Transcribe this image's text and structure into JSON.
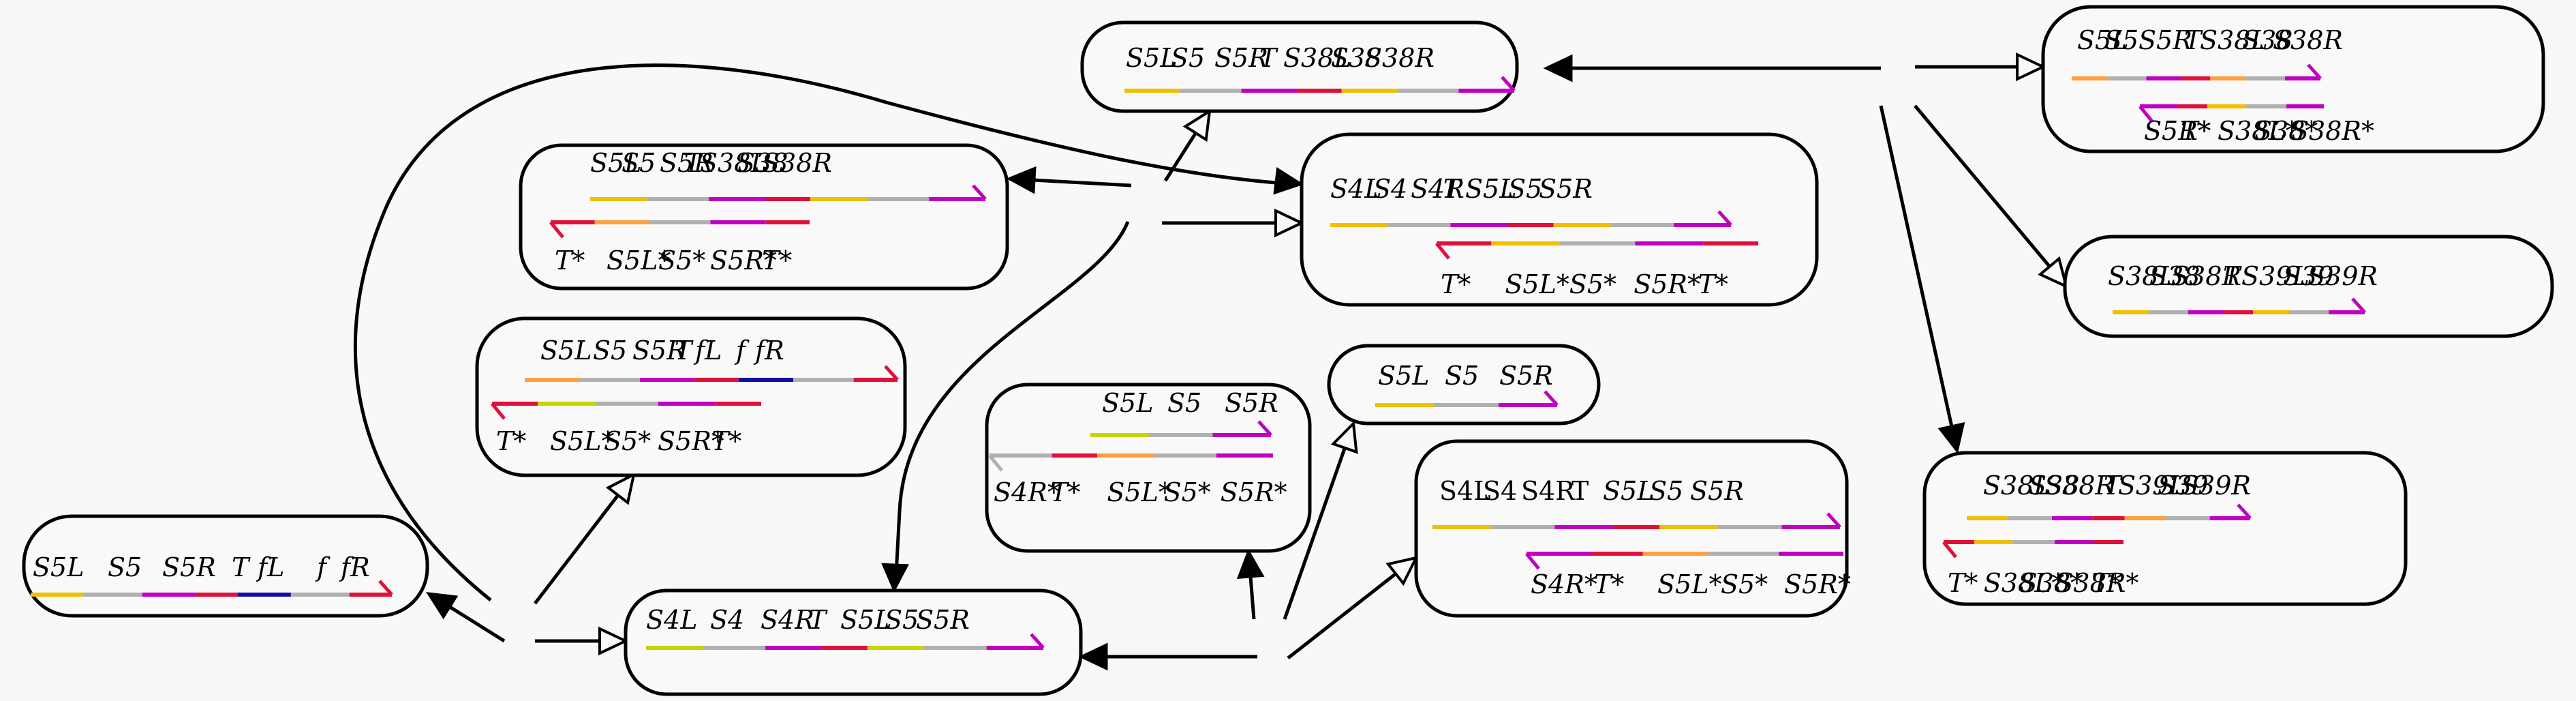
{
  "diagram": {
    "type": "reaction-network",
    "colors": {
      "L": "#f0c000",
      "mid": "#b0b0b0",
      "R": "#c000c0",
      "T": "#e0103a",
      "fL": "#1010a0",
      "lime": "#c8d400",
      "orange": "#ffa040"
    },
    "nodes": [
      {
        "id": "n_top_center",
        "top_labels": [
          "S5L",
          "S5",
          "S5R",
          "T",
          "S38L",
          "S38",
          "S38R"
        ],
        "top_strand": [
          "L",
          "mid",
          "R",
          "T",
          "L",
          "mid",
          "R"
        ],
        "bottom_strand": [],
        "bottom_labels": []
      },
      {
        "id": "n_top_right",
        "top_labels": [
          "S5L",
          "S5",
          "S5R",
          "T",
          "S38L",
          "S38",
          "S38R"
        ],
        "top_strand": [
          "orange",
          "mid",
          "R",
          "T",
          "orange",
          "mid",
          "R"
        ],
        "bottom_strand": [
          "R",
          "T",
          "L",
          "mid",
          "R"
        ],
        "bottom_labels": [
          "S5R*",
          "T*",
          "S38L*",
          "S38*",
          "S38R*"
        ]
      },
      {
        "id": "n_left_upper",
        "top_labels": [
          "S5L",
          "S5",
          "S5R",
          "T",
          "S38L",
          "S38",
          "S38R"
        ],
        "top_strand": [
          "L",
          "mid",
          "R",
          "T",
          "L",
          "mid",
          "R"
        ],
        "bottom_strand": [
          "T",
          "orange",
          "mid",
          "R",
          "T"
        ],
        "bottom_labels": [
          "T*",
          "S5L*",
          "S5*",
          "S5R*",
          "T*"
        ]
      },
      {
        "id": "n_center_big",
        "top_labels": [
          "S4L",
          "S4",
          "S4R",
          "T",
          "S5L",
          "S5",
          "S5R"
        ],
        "top_strand": [
          "L",
          "mid",
          "R",
          "T",
          "L",
          "mid",
          "R"
        ],
        "bottom_strand": [
          "T",
          "L",
          "mid",
          "R",
          "T"
        ],
        "bottom_labels": [
          "T*",
          "S5L*",
          "S5*",
          "S5R*",
          "T*"
        ]
      },
      {
        "id": "n_right_mid",
        "top_labels": [
          "S38L",
          "S38",
          "S38R",
          "T",
          "S39L",
          "S39",
          "S39R"
        ],
        "top_strand": [
          "L",
          "mid",
          "R",
          "T",
          "L",
          "mid",
          "R"
        ],
        "bottom_strand": [],
        "bottom_labels": []
      },
      {
        "id": "n_left_mid",
        "top_labels": [
          "S5L",
          "S5",
          "S5R",
          "T",
          "fL",
          "f",
          "fR"
        ],
        "top_strand": [
          "orange",
          "mid",
          "R",
          "T",
          "fL",
          "mid",
          "T"
        ],
        "bottom_strand": [
          "T",
          "lime",
          "mid",
          "R",
          "T"
        ],
        "bottom_labels": [
          "T*",
          "S5L*",
          "S5*",
          "S5R*",
          "T*"
        ]
      },
      {
        "id": "n_small_center",
        "top_labels": [
          "S5L",
          "S5",
          "S5R"
        ],
        "top_strand": [
          "L",
          "mid",
          "R"
        ],
        "bottom_strand": [],
        "bottom_labels": []
      },
      {
        "id": "n_center_lower",
        "top_labels": [
          "S5L",
          "S5",
          "S5R"
        ],
        "top_strand": [
          "lime",
          "mid",
          "R"
        ],
        "bottom_strand": [
          "mid",
          "T",
          "orange",
          "mid",
          "R"
        ],
        "bottom_labels": [
          "S4R*",
          "T*",
          "S5L*",
          "S5*",
          "S5R*"
        ]
      },
      {
        "id": "n_right_lower",
        "top_labels": [
          "S4L",
          "S4",
          "S4R",
          "T",
          "S5L",
          "S5",
          "S5R"
        ],
        "upright_count": 4,
        "top_strand": [
          "L",
          "mid",
          "R",
          "T",
          "L",
          "mid",
          "R"
        ],
        "bottom_strand": [
          "R",
          "T",
          "orange",
          "mid",
          "R"
        ],
        "bottom_labels": [
          "S4R*",
          "T*",
          "S5L*",
          "S5*",
          "S5R*"
        ]
      },
      {
        "id": "n_far_right_lower",
        "top_labels": [
          "S38L",
          "S38",
          "S38R",
          "T",
          "S39L",
          "S39",
          "S39R"
        ],
        "top_strand": [
          "L",
          "mid",
          "R",
          "T",
          "orange",
          "mid",
          "R"
        ],
        "bottom_strand": [
          "T",
          "L",
          "mid",
          "R",
          "T"
        ],
        "bottom_labels": [
          "T*",
          "S38L*",
          "S38*",
          "S38R*",
          "T*"
        ]
      },
      {
        "id": "n_far_left",
        "top_labels": [
          "S5L",
          "S5",
          "S5R",
          "T",
          "fL",
          "f",
          "fR"
        ],
        "top_strand": [
          "L",
          "mid",
          "R",
          "T",
          "fL",
          "mid",
          "T"
        ],
        "bottom_strand": [],
        "bottom_labels": []
      },
      {
        "id": "n_bottom_center",
        "top_labels": [
          "S4L",
          "S4",
          "S4R",
          "T",
          "S5L",
          "S5",
          "S5R"
        ],
        "top_strand": [
          "lime",
          "mid",
          "R",
          "T",
          "lime",
          "mid",
          "R"
        ],
        "bottom_strand": [],
        "bottom_labels": []
      }
    ],
    "edges": [
      {
        "from": "rxn_top",
        "to": "n_top_center",
        "head": "filled"
      },
      {
        "from": "rxn_top",
        "to": "n_top_right",
        "head": "open"
      },
      {
        "from": "rxn_top",
        "to": "n_right_mid",
        "head": "open"
      },
      {
        "from": "rxn_top",
        "to": "n_far_right_lower",
        "head": "filled"
      },
      {
        "from": "rxn_mid",
        "to": "n_left_upper",
        "head": "filled"
      },
      {
        "from": "rxn_mid",
        "to": "n_center_big",
        "head": "open"
      },
      {
        "from": "rxn_mid",
        "to": "n_top_center",
        "head": "open"
      },
      {
        "from": "rxn_mid",
        "to": "n_bottom_center",
        "head": "filled"
      },
      {
        "from": "rxn_left",
        "to": "n_far_left",
        "head": "filled"
      },
      {
        "from": "rxn_left",
        "to": "n_bottom_center",
        "head": "open"
      },
      {
        "from": "rxn_left",
        "to": "n_left_mid",
        "head": "open"
      },
      {
        "from": "rxn_left",
        "to": "n_center_big",
        "head": "filled"
      },
      {
        "from": "rxn_bottom",
        "to": "n_bottom_center",
        "head": "filled"
      },
      {
        "from": "rxn_bottom",
        "to": "n_center_lower",
        "head": "filled"
      },
      {
        "from": "rxn_bottom",
        "to": "n_small_center",
        "head": "open"
      },
      {
        "from": "rxn_bottom",
        "to": "n_right_lower",
        "head": "open"
      }
    ]
  }
}
